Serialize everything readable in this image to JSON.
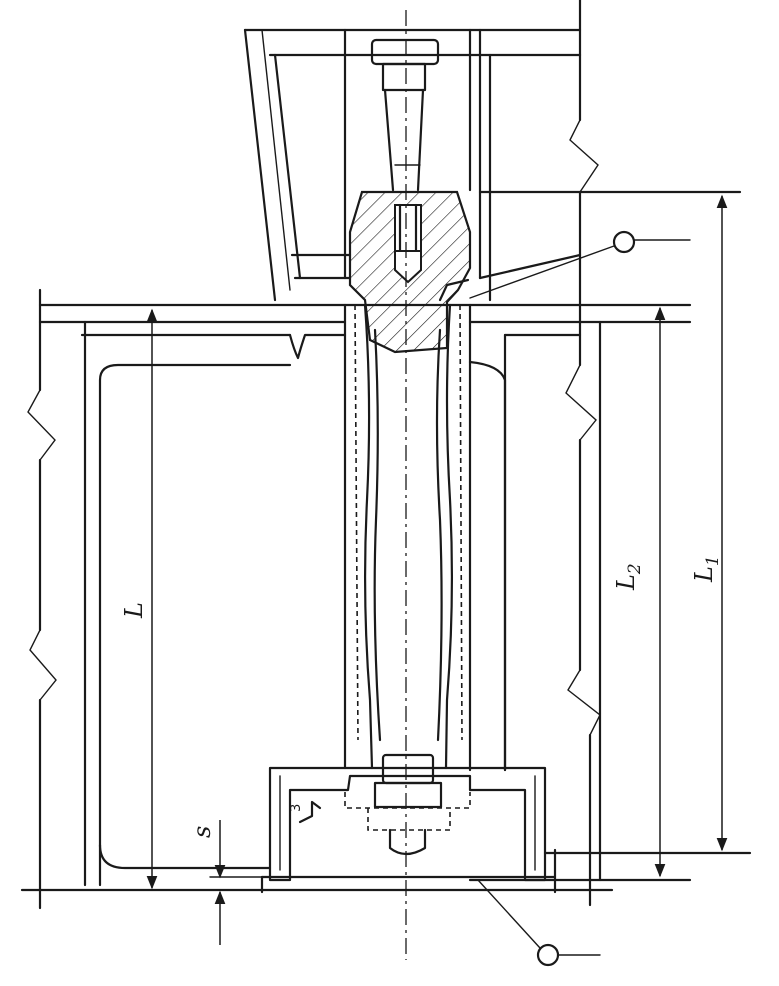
{
  "labels": {
    "L": "L",
    "L1_main": "L",
    "L1_sub": "1",
    "L2_main": "L",
    "L2_sub": "2",
    "s": "s",
    "inner_mark": "3"
  }
}
